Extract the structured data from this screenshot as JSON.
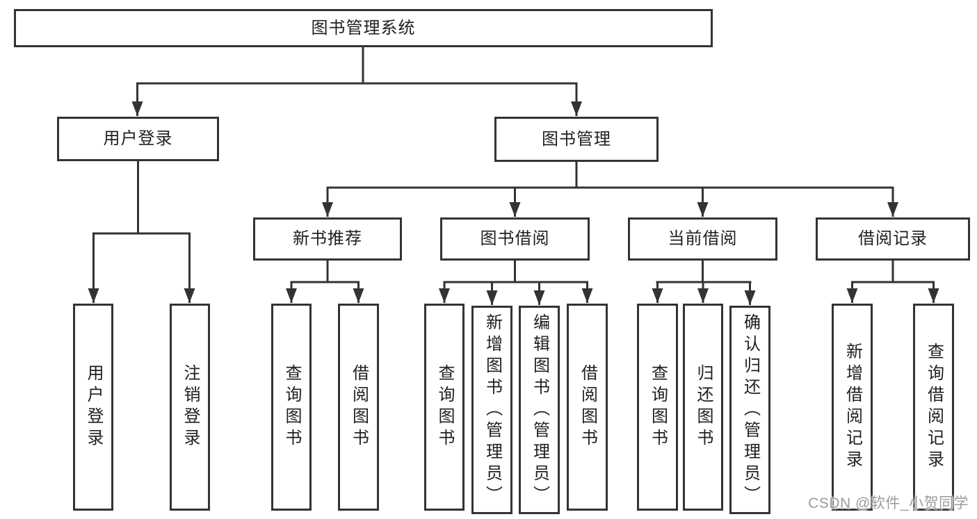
{
  "diagram": {
    "root": "图书管理系统",
    "user_branch": {
      "label": "用户登录",
      "children": [
        "用户登录",
        "注销登录"
      ]
    },
    "mgmt_branch": {
      "label": "图书管理",
      "sections": [
        {
          "label": "新书推荐",
          "children": [
            "查询图书",
            "借阅图书"
          ]
        },
        {
          "label": "图书借阅",
          "children": [
            "查询图书",
            "新增图书（管理员）",
            "编辑图书（管理员）",
            "借阅图书"
          ]
        },
        {
          "label": "当前借阅",
          "children": [
            "查询图书",
            "归还图书",
            "确认归还（管理员）"
          ]
        },
        {
          "label": "借阅记录",
          "children": [
            "新增借阅记录",
            "查询借阅记录"
          ]
        }
      ]
    }
  },
  "watermark": "CSDN @软件_小贺同学",
  "colors": {
    "line": "#333333",
    "text": "#1f1f1f",
    "watermark": "#9b9b9b",
    "background": "#ffffff"
  }
}
